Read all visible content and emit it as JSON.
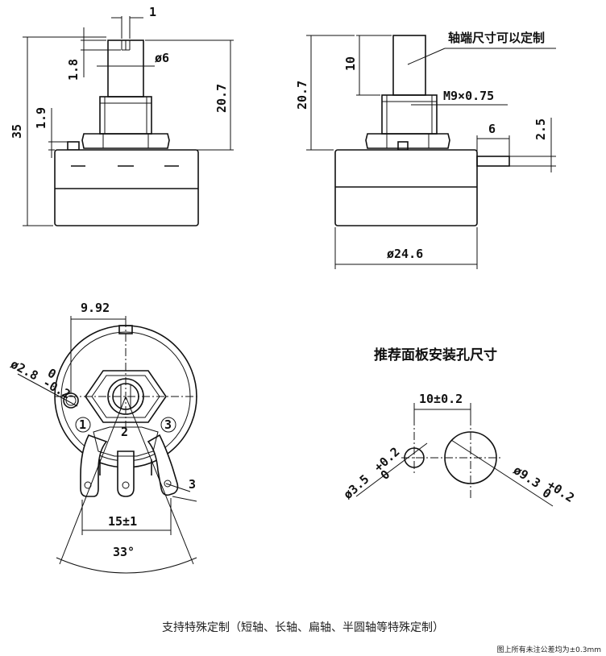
{
  "labels": {
    "shaft_note": "轴端尺寸可以定制",
    "panel_title": "推荐面板安装孔尺寸",
    "footer": "支持特殊定制（短轴、长轴、扁轴、半圆轴等特殊定制）",
    "tolerance_note": "图上所有未注公差均为±0.3mm"
  },
  "dims": {
    "d1": "1",
    "d1_8": "1.8",
    "d6": "ø6",
    "d20_7a": "20.7",
    "d1_9": "1.9",
    "d35": "35",
    "d20_7b": "20.7",
    "d10": "10",
    "thread": "M9×0.75",
    "d6b": "6",
    "d2_5": "2.5",
    "d24_6": "ø24.6",
    "d9_92": "9.92",
    "d2_8": "ø2.8",
    "d2_8_up": "0",
    "d2_8_lo": "-0.2",
    "d3": "3",
    "d15": "15±1",
    "d33": "33°",
    "d10_2": "10±0.2",
    "d3_5": "ø3.5",
    "d3_5_up": "+0.2",
    "d3_5_lo": "0",
    "d9_3": "ø9.3",
    "d9_3_up": "+0.2",
    "d9_3_lo": "0"
  },
  "terminals": [
    "1",
    "2",
    "3"
  ]
}
